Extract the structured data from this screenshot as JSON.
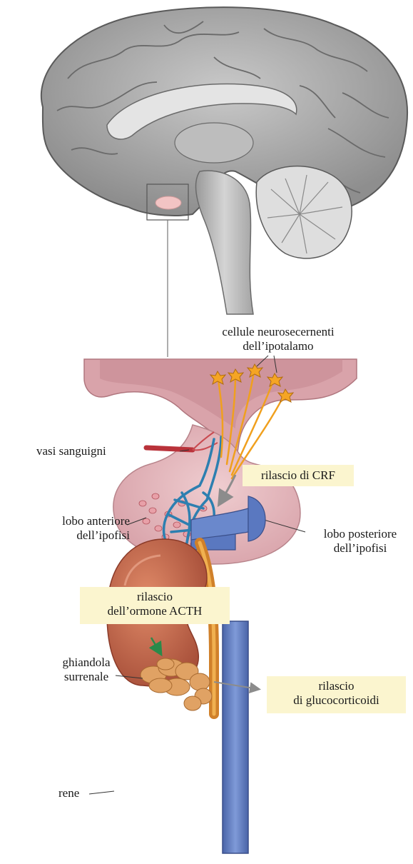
{
  "labels": {
    "neuro_cells_line1": "cellule neurosecernenti",
    "neuro_cells_line2": "dell’ipotalamo",
    "blood_vessels": "vasi sanguigni",
    "crf_release": "rilascio di CRF",
    "anterior_lobe_line1": "lobo anteriore",
    "anterior_lobe_line2": "dell’ipofisi",
    "posterior_lobe_line1": "lobo posteriore",
    "posterior_lobe_line2": "dell’ipofisi",
    "acth_line1": "rilascio",
    "acth_line2": "dell’ormone ACTH",
    "adrenal_line1": "ghiandola",
    "adrenal_line2": "surrenale",
    "gluco_line1": "rilascio",
    "gluco_line2": "di glucocorticoidi",
    "kidney": "rene"
  },
  "colors": {
    "brain": "#a9a9a9",
    "brain_dark": "#5d5d5d",
    "cerebellum": "#d9d9d9",
    "pituitary_tissue": "#e6bcc0",
    "pituitary_dark": "#c78c94",
    "portal_vessels": "#2d7fb0",
    "neuron_fibers": "#f0a01e",
    "kidney": "#c86a4a",
    "adrenal": "#e0a264",
    "vein": "#5a78c0",
    "artery": "#d0802a",
    "label_box": "#fbf5cf",
    "arrow_gray": "#8c8c8c",
    "arrow_green": "#2a8a4a"
  }
}
